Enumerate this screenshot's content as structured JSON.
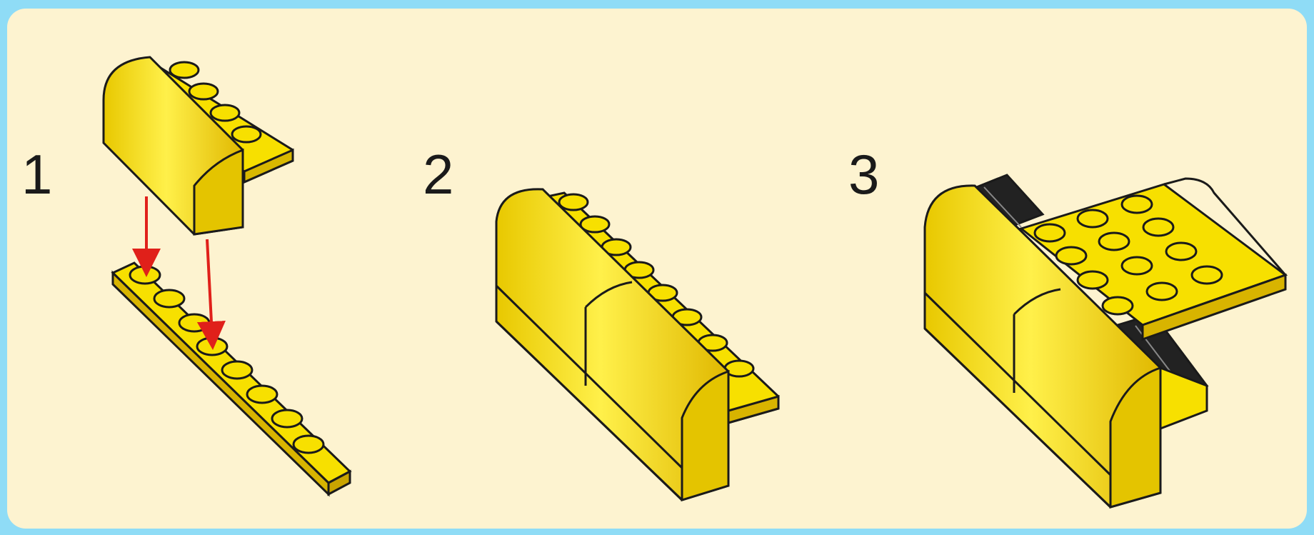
{
  "steps": [
    {
      "number": "1"
    },
    {
      "number": "2"
    },
    {
      "number": "3"
    }
  ],
  "colors": {
    "background": "#8fdcf6",
    "panel": "#fdf3d0",
    "brick": "#f7e000",
    "brick_dark": "#c9a800",
    "outline": "#1a1a1a",
    "arrow": "#e0201a",
    "hinge": "#222222"
  }
}
